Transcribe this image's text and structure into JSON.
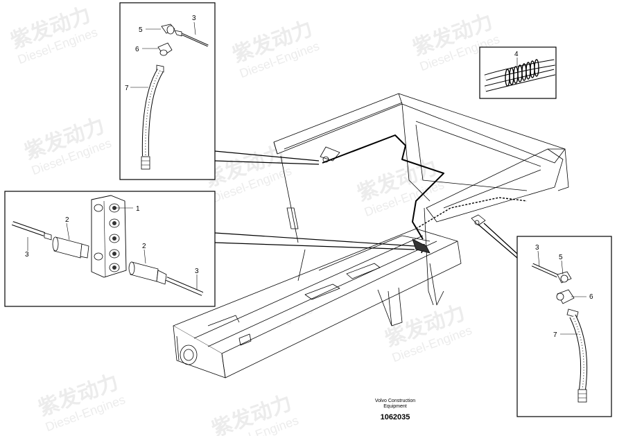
{
  "watermark": {
    "brand_cn": "紫发动力",
    "brand_en": "Diesel-Engines"
  },
  "callouts": {
    "top_detail": {
      "c5": "5",
      "c3": "3",
      "c6": "6",
      "c7": "7"
    },
    "hose_detail": {
      "c4": "4"
    },
    "left_detail": {
      "c1": "1",
      "c2a": "2",
      "c3a": "3",
      "c2b": "2",
      "c3b": "3"
    },
    "right_detail": {
      "c3": "3",
      "c5": "5",
      "c6": "6",
      "c7": "7"
    }
  },
  "caption": {
    "line1": "Volvo Construction",
    "line2": "Equipment",
    "drawing_number": "1062035"
  }
}
